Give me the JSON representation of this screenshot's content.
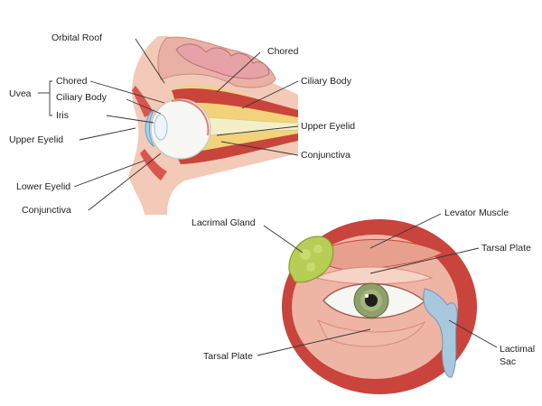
{
  "side_view": {
    "labels": {
      "orbital_roof": "Orbital Roof",
      "chored_top": "Chored",
      "ciliary_body_right": "Ciliary Body",
      "upper_eyelid_right": "Upper Eyelid",
      "conjunctiva_right": "Conjunctiva",
      "uvea": "Uvea",
      "uvea_chored": "Chored",
      "uvea_ciliary_body": "Ciliary Body",
      "uvea_iris": "Iris",
      "upper_eyelid_left": "Upper Eyelid",
      "lower_eyelid": "Lower Eyelid",
      "conjunctiva_left": "Conjunctiva"
    }
  },
  "front_view": {
    "labels": {
      "lacrimal_gland": "Lacrimal Gland",
      "levator_muscle": "Levator Muscle",
      "tarsal_plate_upper": "Tarsal Plate",
      "tarsal_plate_lower": "Tarsal Plate",
      "lacrimal_sac_line1": "Lactimal",
      "lacrimal_sac_line2": "Sac"
    }
  },
  "colors": {
    "muscle_red": "#c9443c",
    "skin_pink": "#eeb5a5",
    "fat_yellow": "#f2d27a",
    "sclera": "#f7f7f4",
    "cornea_blue": "#9fd0ea",
    "gland_green": "#b7cd55",
    "iris_green": "#8fa06a",
    "sac_blue": "#a9c8de"
  }
}
